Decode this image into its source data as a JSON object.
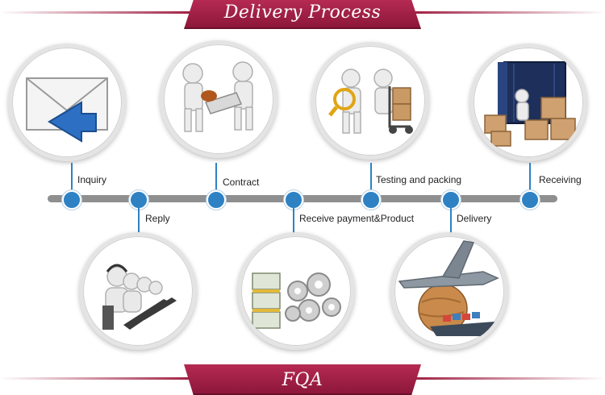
{
  "header": {
    "title": "Delivery Process"
  },
  "footer": {
    "title": "FQA"
  },
  "steps": [
    {
      "label": "Inquiry",
      "icon": "envelope-reply-icon"
    },
    {
      "label": "Reply",
      "icon": "call-center-icon"
    },
    {
      "label": "Contract",
      "icon": "handshake-contract-icon"
    },
    {
      "label": "Receive payment&Product",
      "icon": "money-gears-icon"
    },
    {
      "label": "Testing and packing",
      "icon": "inspection-packing-icon"
    },
    {
      "label": "Delivery",
      "icon": "airplane-ship-globe-icon"
    },
    {
      "label": "Receiving",
      "icon": "container-boxes-icon"
    }
  ],
  "colors": {
    "accent": "#9e1d40",
    "node": "#2e82c4",
    "timeline": "#8f8f8f"
  }
}
